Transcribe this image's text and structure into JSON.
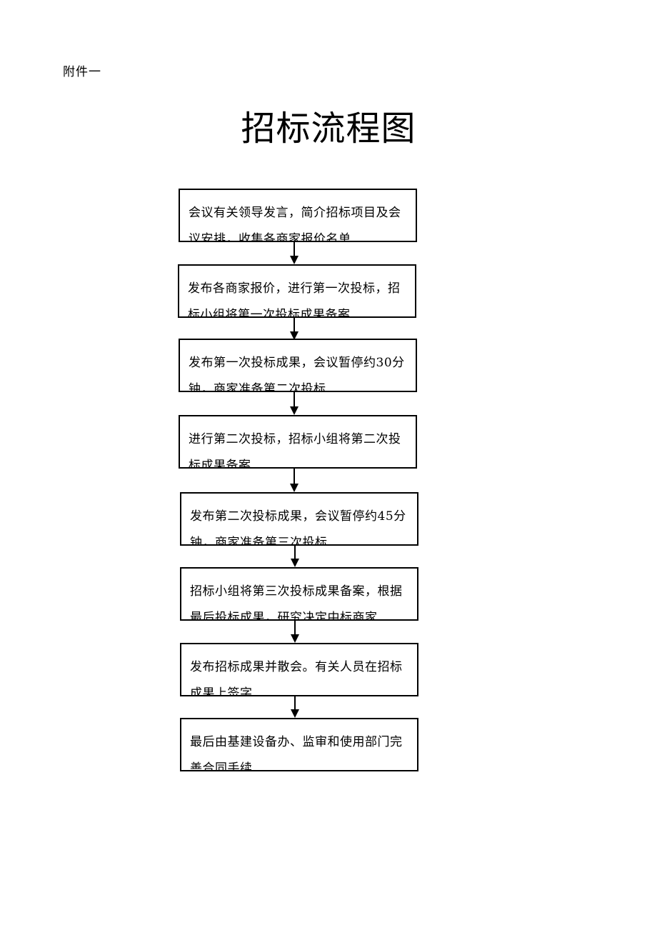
{
  "annex_label": "附件一",
  "title": "招标流程图",
  "steps": [
    {
      "text": "会议有关领导发言，简介招标项目及会议安排，收集各商家报价名单"
    },
    {
      "text": "发布各商家报价，进行第一次投标，招标小组将第一次投标成果备案"
    },
    {
      "text": "发布第一次投标成果，会议暂停约30分钟，商家准备第二次投标"
    },
    {
      "text": "进行第二次投标，招标小组将第二次投标成果备案"
    },
    {
      "text": "发布第二次投标成果，会议暂停约45分钟，商家准备第三次投标"
    },
    {
      "text": "招标小组将第三次投标成果备案，根据最后投标成果，研究决定中标商家"
    },
    {
      "text": "发布招标成果并散会。有关人员在招标成果上签字"
    },
    {
      "text": "最后由基建设备办、监审和使用部门完善合同手续"
    }
  ]
}
